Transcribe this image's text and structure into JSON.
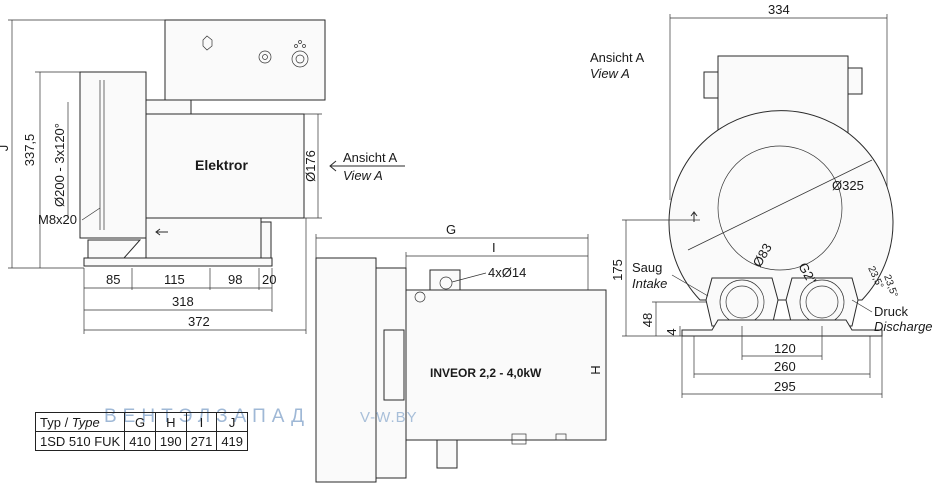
{
  "side_view": {
    "dims": {
      "height_total": "337,5",
      "flange": "Ø200 - 3x120°",
      "bolt": "M8x20",
      "d85": "85",
      "d115": "115",
      "d98": "98",
      "d20": "20",
      "d318": "318",
      "d372": "372",
      "motor_dia": "Ø176",
      "j_label": "J"
    },
    "motor_label": "Elektror",
    "view_label_de": "Ansicht A",
    "view_label_en": "View A"
  },
  "top_view": {
    "dims": {
      "g": "G",
      "i": "I",
      "holes": "4xØ14",
      "h": "H"
    },
    "motor_label": "INVEOR 2,2 - 4,0kW"
  },
  "front_view": {
    "title_de": "Ansicht A",
    "title_en": "View A",
    "dims": {
      "width_top": "334",
      "housing": "Ø325",
      "port": "Ø83",
      "thread": "G2\"",
      "angle1": "23,5°",
      "angle2": "23,5°",
      "h175": "175",
      "h48": "48",
      "h4": "4",
      "w120": "120",
      "w260": "260",
      "w295": "295"
    },
    "intake_de": "Saug",
    "intake_en": "Intake",
    "discharge_de": "Druck",
    "discharge_en": "Discharge"
  },
  "spec_table": {
    "headers": {
      "type_de": "Typ / ",
      "type_en": "Type",
      "g": "G",
      "h": "H",
      "i": "I",
      "j": "J"
    },
    "rows": [
      {
        "type": "1SD 510 FUK",
        "g": "410",
        "h": "190",
        "i": "271",
        "j": "419"
      }
    ]
  },
  "watermark": {
    "brand": "ВЕНТЭЛЗАПАД",
    "site": "V-W.BY"
  }
}
